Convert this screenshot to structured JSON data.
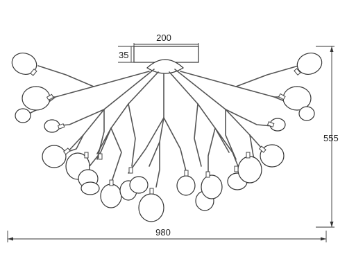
{
  "dimensions": {
    "canopy_width": "200",
    "canopy_height": "35",
    "total_height": "555",
    "total_width": "980"
  },
  "colors": {
    "line": "#333333",
    "background": "#ffffff"
  }
}
